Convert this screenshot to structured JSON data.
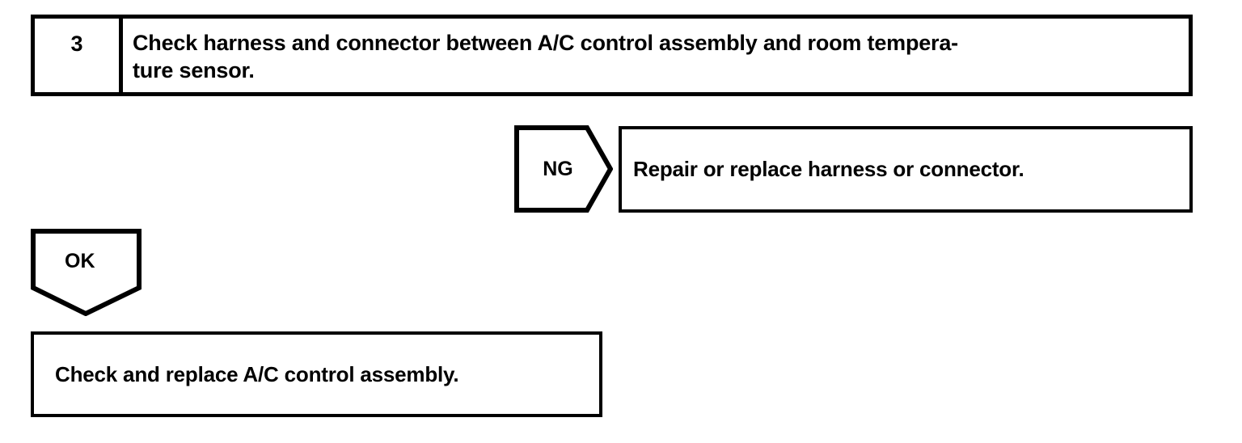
{
  "document": {
    "type": "troubleshooting-flowchart",
    "ink_color": "#000000",
    "background_color": "#ffffff"
  },
  "step": {
    "number": "3",
    "instruction": "Check harness and connector between A/C control assembly and room tempera-\nture sensor."
  },
  "branches": {
    "ng": {
      "label": "NG",
      "shape": "right-pointing-pentagon-arrow",
      "result_text": "Repair or replace harness or connector."
    },
    "ok": {
      "label": "OK",
      "shape": "down-pointing-pentagon-arrow",
      "result_text": "Check and replace A/C control assembly."
    }
  }
}
